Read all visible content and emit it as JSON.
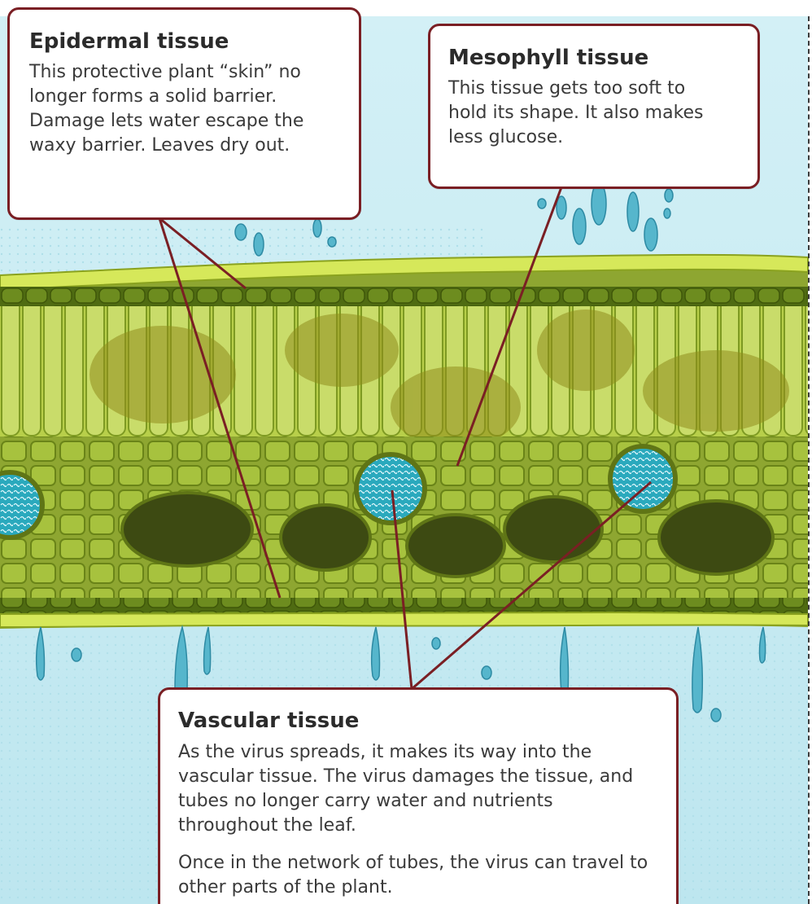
{
  "colors": {
    "callout_border": "#7a1f24",
    "leader_line": "#7a1f24",
    "background_water": "#bfe7ef",
    "leaf_green": "#a9c43c",
    "leaf_dark": "#6f8a1e",
    "virus_teal": "#36b7c9"
  },
  "callouts": {
    "epidermal": {
      "title": "Epidermal tissue",
      "body": "This protective plant “skin” no longer forms a solid barrier. Damage lets water escape the waxy barrier. Leaves dry out."
    },
    "mesophyll": {
      "title": "Mesophyll tissue",
      "body": "This tissue gets too soft to hold its shape. It also makes less glucose."
    },
    "vascular": {
      "title": "Vascular tissue",
      "body_1": "As the virus spreads, it makes its way into the vascular tissue. The virus damages the tissue, and tubes no longer carry water and nutrients throughout the leaf.",
      "body_2": "Once in the network of tubes, the virus can travel to other parts of the plant."
    }
  }
}
